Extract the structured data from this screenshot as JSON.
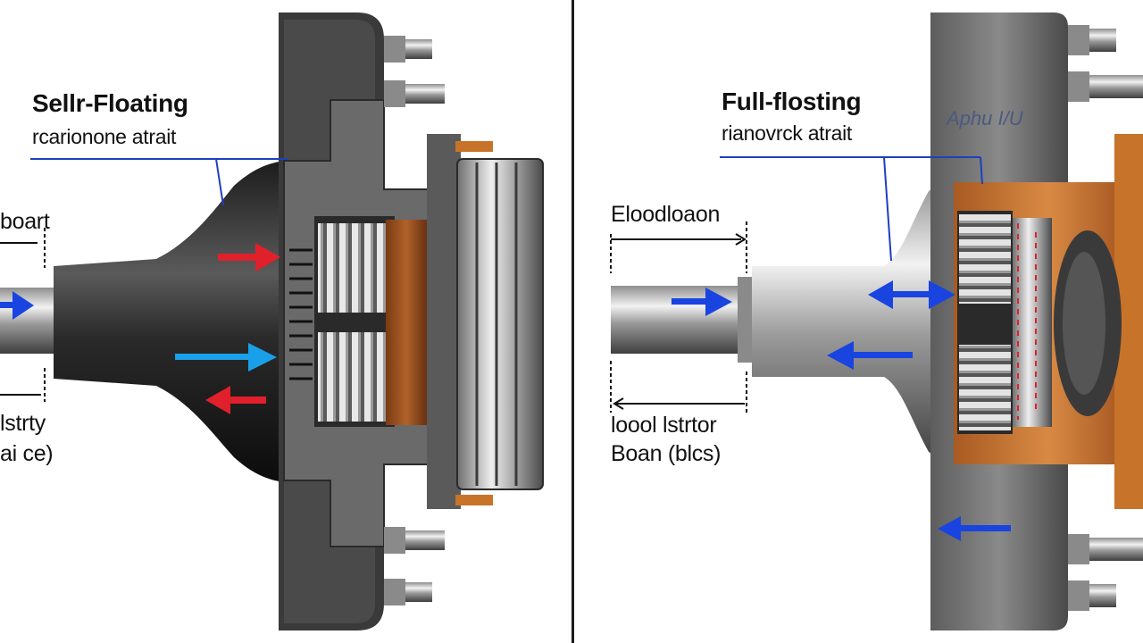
{
  "left_panel": {
    "title": "Sellr-Floating",
    "subtitle": "rcarionone atrait",
    "dim_top": "boart",
    "dim_mid": "lstrty",
    "dim_bottom": "ai ce)"
  },
  "right_panel": {
    "title": "Full-flosting",
    "subtitle": "rianovrck atrait",
    "faint_mark": "Aphu  I/U",
    "dim_top": "Eloodloaon",
    "dim_mid": "loool lstrtor",
    "dim_bottom": "Boan (blcs)"
  },
  "colors": {
    "arrow_red": "#e0202a",
    "arrow_blue": "#1aa0e8",
    "arrow_dark_blue": "#1a44e0",
    "bronze": "#c8732a",
    "leader_line": "#1f3fbf"
  }
}
